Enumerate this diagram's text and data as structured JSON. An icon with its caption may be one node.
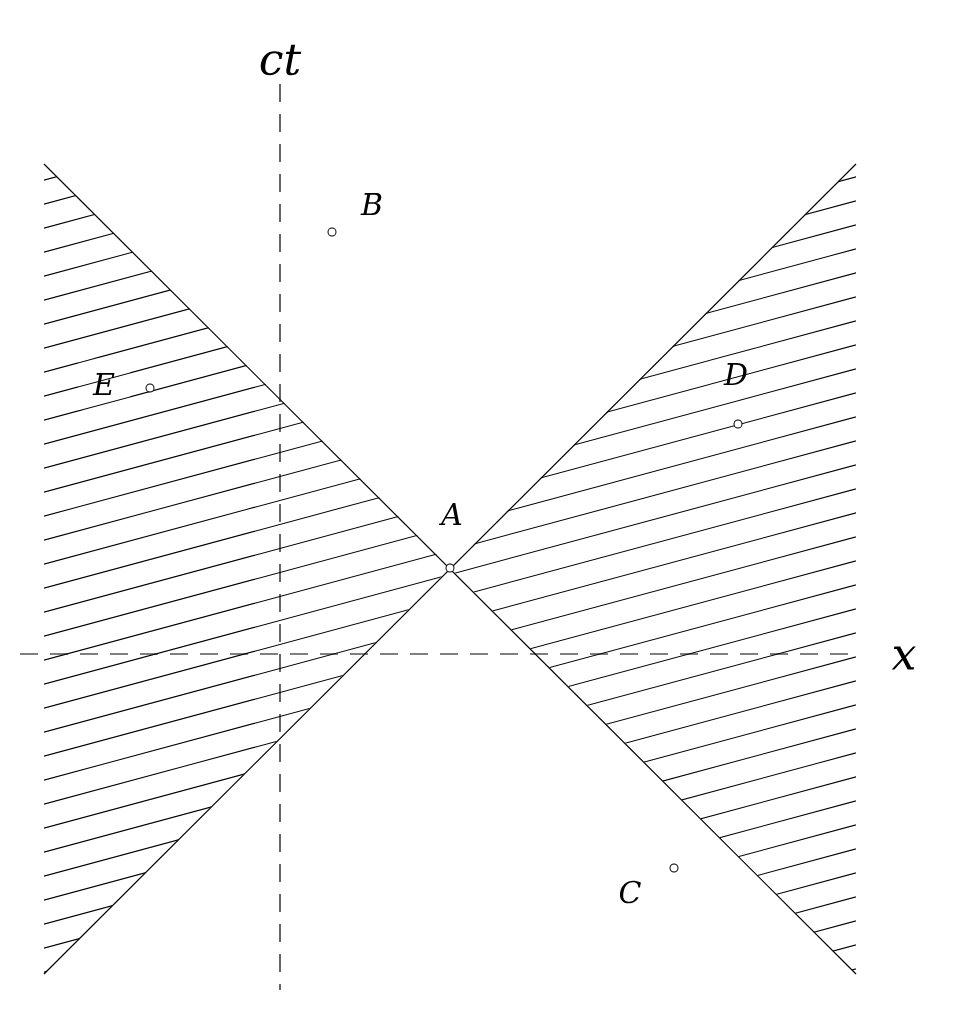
{
  "diagram": {
    "nodes": [
      {
        "text": [],
        "shape": "circle",
        "beside": [
          "B"
        ]
      },
      {
        "text": [],
        "shape": "circle",
        "beside": [
          "E"
        ]
      },
      {
        "text": [],
        "shape": "circle",
        "beside": [
          "D"
        ]
      },
      {
        "text": [],
        "shape": "circle",
        "beside": [
          "A"
        ]
      },
      {
        "text": [],
        "shape": "circle",
        "beside": [
          "C"
        ]
      }
    ],
    "labels": [
      "ct",
      "x"
    ]
  }
}
